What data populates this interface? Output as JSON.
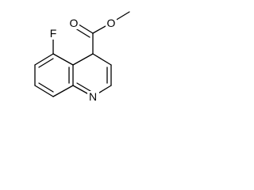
{
  "molecule": {
    "atoms": {
      "fluorine": "F",
      "nitrogen": "N",
      "carbonyl_oxygen": "O",
      "ester_oxygen": "O"
    }
  },
  "colors": {
    "bond": "#000000",
    "background": "#ffffff"
  }
}
